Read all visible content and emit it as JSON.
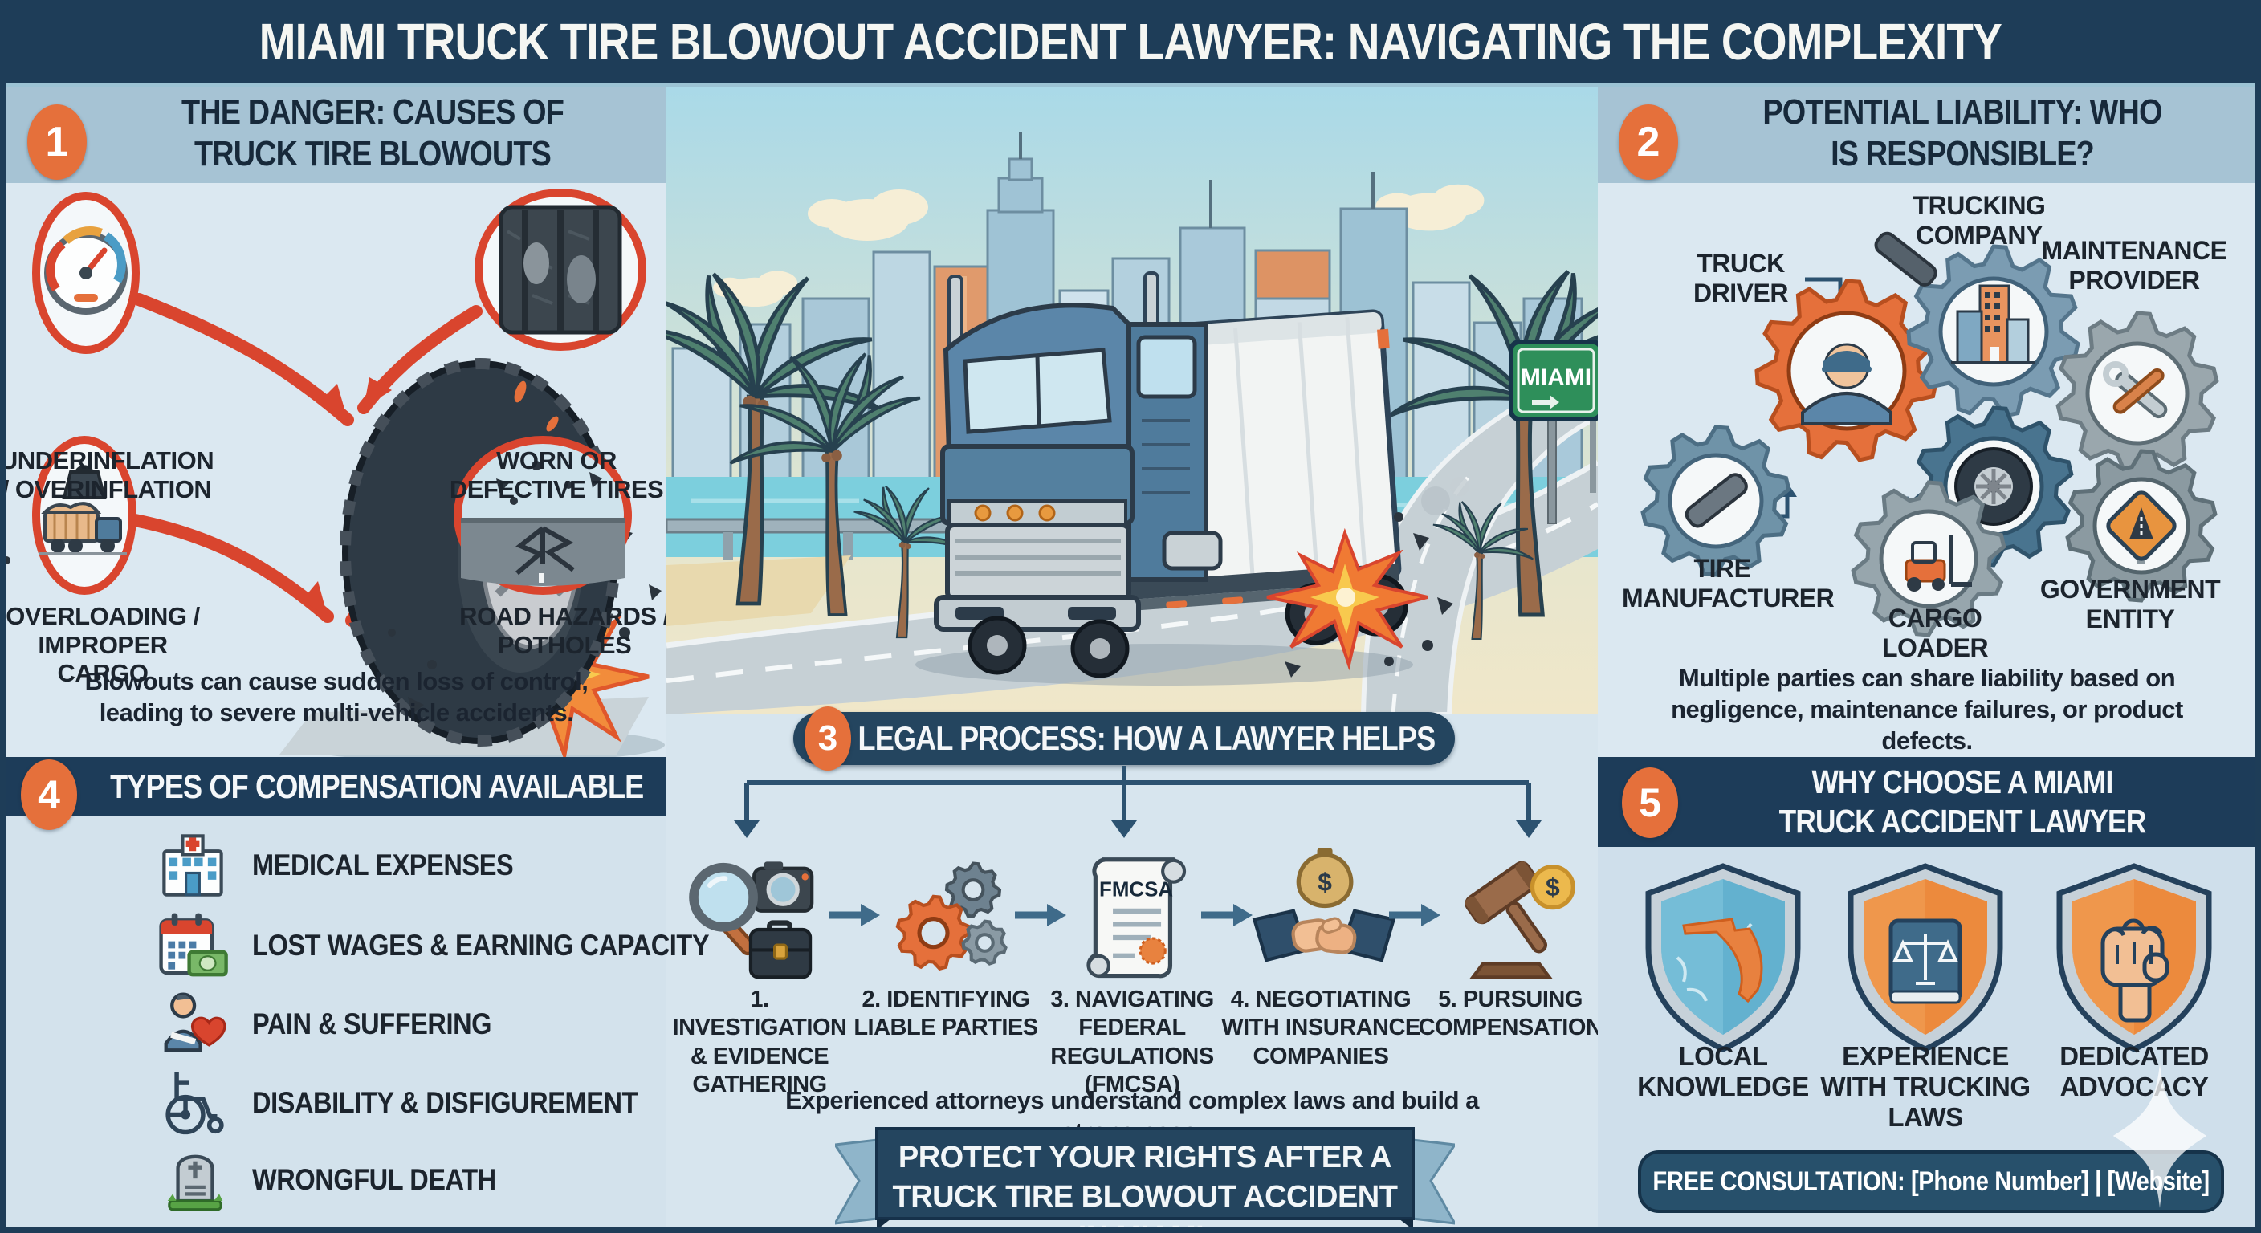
{
  "title": "MIAMI TRUCK TIRE BLOWOUT ACCIDENT LAWYER: NAVIGATING THE COMPLEXITY",
  "colors": {
    "navy": "#1e3d58",
    "band_blue": "#a6c3d4",
    "accent_orange": "#e5703b",
    "ring_red": "#d9452e",
    "bg_light": "#d7e5ee"
  },
  "illustration": {
    "sign_label": "MIAMI"
  },
  "section1": {
    "number": "1",
    "title": "THE DANGER: CAUSES OF TRUCK TIRE BLOWOUTS",
    "causes": [
      {
        "label": "UNDERINFLATION / OVERINFLATION",
        "icon": "pressure-gauge-icon"
      },
      {
        "label": "WORN OR DEFECTIVE TIRES",
        "icon": "worn-tire-tread-icon"
      },
      {
        "label": "OVERLOADING / IMPROPER CARGO",
        "icon": "overloaded-truck-icon"
      },
      {
        "label": "ROAD HAZARDS / POTHOLES",
        "icon": "pothole-icon"
      }
    ],
    "caption": "Blowouts can cause sudden loss of control, leading to severe multi-vehicle accidents."
  },
  "section2": {
    "number": "2",
    "title": "POTENTIAL LIABILITY: WHO IS RESPONSIBLE?",
    "parties": [
      {
        "label": "TRUCK DRIVER",
        "icon": "driver-gear-icon"
      },
      {
        "label": "TRUCKING COMPANY",
        "icon": "company-gear-icon"
      },
      {
        "label": "MAINTENANCE PROVIDER",
        "icon": "tools-gear-icon"
      },
      {
        "label": "TIRE MANUFACTURER",
        "icon": "tire-strips-gear-icon"
      },
      {
        "label": "CARGO LOADER",
        "icon": "forklift-gear-icon"
      },
      {
        "label": "GOVERNMENT ENTITY",
        "icon": "road-sign-gear-icon"
      }
    ],
    "caption": "Multiple parties can share liability based on negligence, maintenance failures, or product defects."
  },
  "section3": {
    "number": "3",
    "title": "LEGAL PROCESS: HOW A LAWYER HELPS",
    "steps": [
      "1. INVESTIGATION & EVIDENCE GATHERING",
      "2. IDENTIFYING LIABLE PARTIES",
      "3. NAVIGATING FEDERAL REGULATIONS (FMCSA)",
      "4. NEGOTIATING WITH INSURANCE COMPANIES",
      "5. PURSUING COMPENSATION"
    ],
    "fmcsa_label": "FMCSA",
    "caption": "Experienced attorneys understand complex laws and build a strong case.",
    "banner": "PROTECT YOUR RIGHTS AFTER A TRUCK TIRE BLOWOUT ACCIDENT IN MIAMI."
  },
  "section4": {
    "number": "4",
    "title": "TYPES OF COMPENSATION AVAILABLE",
    "items": [
      {
        "label": "MEDICAL EXPENSES",
        "icon": "hospital-icon"
      },
      {
        "label": "LOST WAGES & EARNING CAPACITY",
        "icon": "calendar-money-icon"
      },
      {
        "label": "PAIN & SUFFERING",
        "icon": "injured-person-heart-icon"
      },
      {
        "label": "DISABILITY & DISFIGUREMENT",
        "icon": "wheelchair-icon"
      },
      {
        "label": "WRONGFUL DEATH",
        "icon": "tombstone-icon"
      }
    ]
  },
  "section5": {
    "number": "5",
    "title": "WHY CHOOSE A MIAMI TRUCK ACCIDENT LAWYER",
    "pillars": [
      {
        "label": "LOCAL KNOWLEDGE",
        "icon": "florida-shield-icon"
      },
      {
        "label": "EXPERIENCE WITH TRUCKING LAWS",
        "icon": "law-book-shield-icon"
      },
      {
        "label": "DEDICATED ADVOCACY",
        "icon": "fist-shield-icon"
      }
    ],
    "footer": "FREE CONSULTATION: [Phone Number] | [Website]"
  }
}
